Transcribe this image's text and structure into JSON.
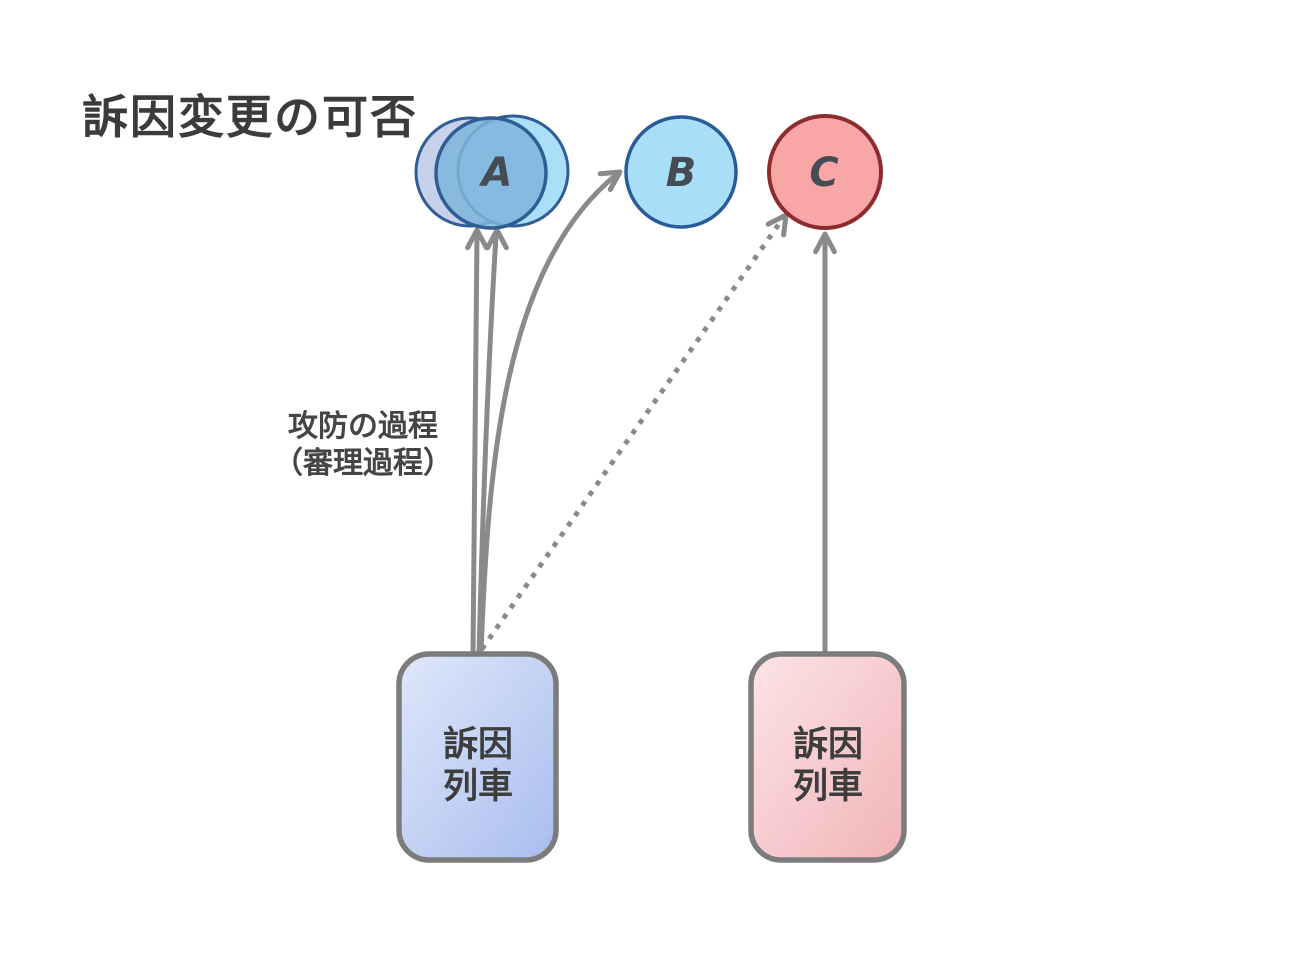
{
  "title": "訴因変更の可否",
  "nodes": {
    "a": {
      "label": "A"
    },
    "b": {
      "label": "B"
    },
    "c": {
      "label": "C"
    }
  },
  "process_label": {
    "line1": "攻防の過程",
    "line2": "（審理過程）"
  },
  "trains": {
    "left": {
      "line1": "訴因",
      "line2": "列車"
    },
    "right": {
      "line1": "訴因",
      "line2": "列車"
    }
  },
  "colors": {
    "arrow_gray": "#8a8a8a",
    "box_border_gray": "#7c7c7c",
    "node_a_back_left_fill": "#c7d1e9",
    "node_a_back_right_fill": "#aadff7",
    "node_a_front_fill": "#7fb5dc",
    "node_a_stroke": "#2f5d94",
    "node_b_fill": "#a9def7",
    "node_b_stroke": "#2b5a99",
    "node_c_fill": "#f8a6a6",
    "node_c_stroke": "#8e2c2d",
    "train_left_grad_start": "#dfe7fa",
    "train_left_grad_end": "#a9bdee",
    "train_right_grad_start": "#fce4e6",
    "train_right_grad_end": "#f1b4b8",
    "title_text": "#3b3b3b",
    "label_text": "#454545",
    "node_label_text": "#464c55",
    "train_label_text": "#3d3d3d"
  }
}
